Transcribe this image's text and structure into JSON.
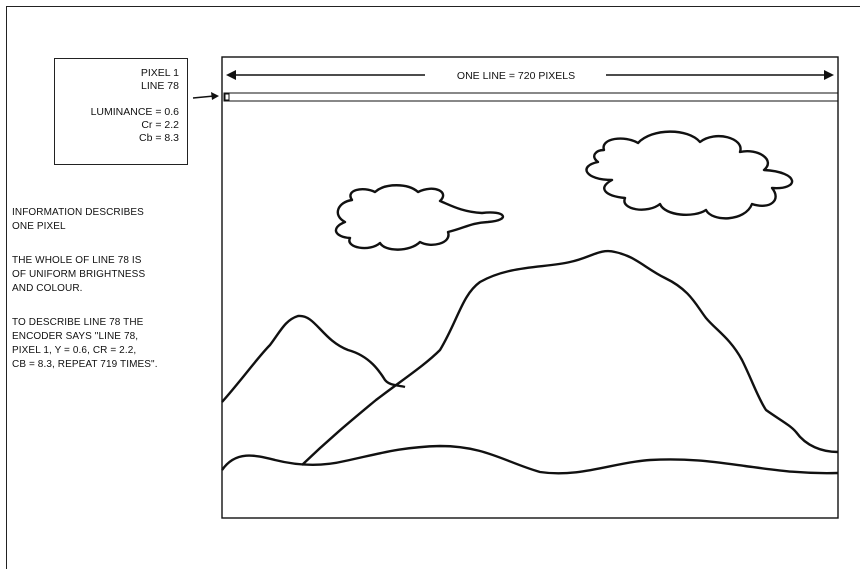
{
  "info_box": {
    "pixel": "PIXEL 1",
    "line": "LINE 78",
    "luminance": "LUMINANCE = 0.6",
    "cr": "Cr = 2.2",
    "cb": "Cb = 8.3"
  },
  "notes": {
    "describes": "INFORMATION DESCRIBES\nONE PIXEL",
    "uniform": "THE WHOLE OF LINE 78 IS\nOF UNIFORM BRIGHTNESS\nAND COLOUR.",
    "encoder": "TO DESCRIBE LINE 78 THE\nENCODER SAYS \"LINE 78,\nPIXEL 1, Y = 0.6, CR = 2.2,\nCB = 8.3, REPEAT 719 TIMES\"."
  },
  "picture": {
    "line_width_label": "ONE LINE = 720 PIXELS"
  }
}
